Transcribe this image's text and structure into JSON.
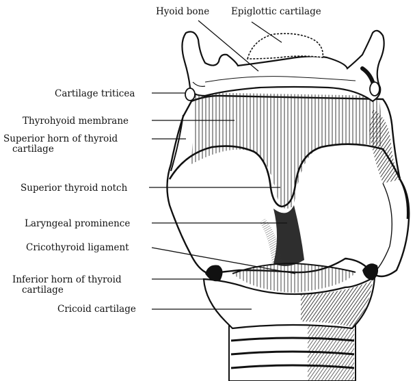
{
  "labels": {
    "hyoid_bone": "Hyoid bone",
    "epiglottic_cartilage": "Epiglottic cartilage",
    "cartilage_triticea": "Cartilage triticea",
    "thyrohyoid_membrane": "Thyrohyoid membrane",
    "superior_horn_line1": "Superior horn of thyroid",
    "superior_horn_line2": "cartilage",
    "superior_thyroid_notch": "Superior thyroid notch",
    "laryngeal_prominence": "Laryngeal prominence",
    "cricothyroid_ligament": "Cricothyroid ligament",
    "inferior_horn_line1": "Inferior horn of thyroid",
    "inferior_horn_line2": "cartilage",
    "cricoid_cartilage": "Cricoid cartilage"
  },
  "colors": {
    "ink": "#111111",
    "paper": "#ffffff"
  }
}
